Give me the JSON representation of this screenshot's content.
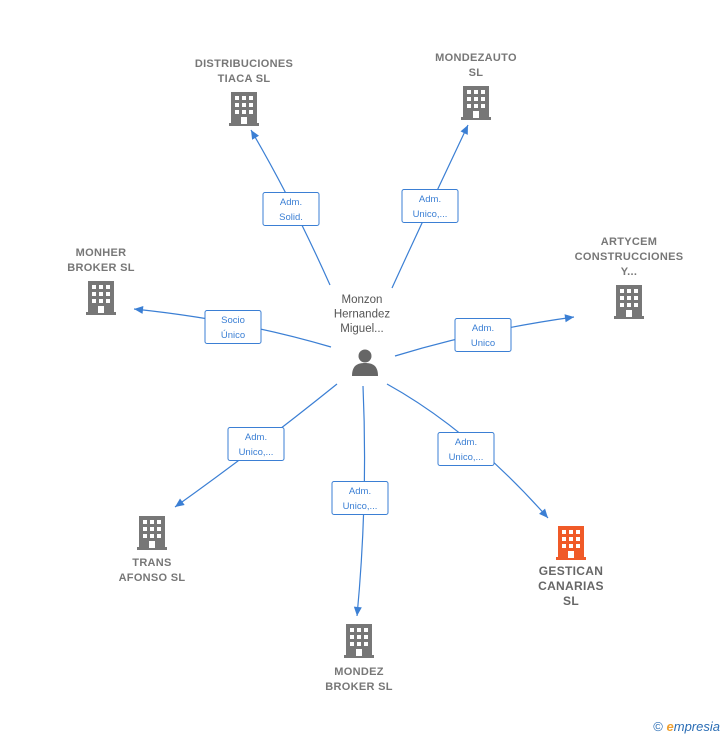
{
  "center": {
    "label_lines": [
      "Monzon",
      "Hernandez",
      "Miguel..."
    ],
    "icon": "person-icon"
  },
  "companies": [
    {
      "id": "distribuciones",
      "label_lines": [
        "DISTRIBUCIONES",
        "TIACA  SL"
      ],
      "icon": "building-icon",
      "color": "#777777",
      "highlight": false
    },
    {
      "id": "mondezauto",
      "label_lines": [
        "MONDEZAUTO",
        "SL"
      ],
      "icon": "building-icon",
      "color": "#777777",
      "highlight": false
    },
    {
      "id": "monher",
      "label_lines": [
        "MONHER",
        "BROKER  SL"
      ],
      "icon": "building-icon",
      "color": "#777777",
      "highlight": false
    },
    {
      "id": "artycem",
      "label_lines": [
        "ARTYCEM",
        "CONSTRUCCIONES",
        "Y..."
      ],
      "icon": "building-icon",
      "color": "#777777",
      "highlight": false
    },
    {
      "id": "trans",
      "label_lines": [
        "TRANS",
        "AFONSO  SL"
      ],
      "icon": "building-icon",
      "color": "#777777",
      "highlight": false
    },
    {
      "id": "mondez-broker",
      "label_lines": [
        "MONDEZ",
        "BROKER  SL"
      ],
      "icon": "building-icon",
      "color": "#777777",
      "highlight": false
    },
    {
      "id": "gestican",
      "label_lines": [
        "GESTICAN",
        "CANARIAS",
        "SL"
      ],
      "icon": "building-icon",
      "color": "#f05a28",
      "highlight": true
    }
  ],
  "relations": [
    {
      "target": "distribuciones",
      "badge_lines": [
        "Adm.",
        "Solid."
      ]
    },
    {
      "target": "mondezauto",
      "badge_lines": [
        "Adm.",
        "Unico,..."
      ]
    },
    {
      "target": "monher",
      "badge_lines": [
        "Socio",
        "Único"
      ]
    },
    {
      "target": "artycem",
      "badge_lines": [
        "Adm.",
        "Unico"
      ]
    },
    {
      "target": "trans",
      "badge_lines": [
        "Adm.",
        "Unico,..."
      ]
    },
    {
      "target": "mondez-broker",
      "badge_lines": [
        "Adm.",
        "Unico,..."
      ]
    },
    {
      "target": "gestican",
      "badge_lines": [
        "Adm.",
        "Unico,..."
      ]
    }
  ],
  "colors": {
    "edge": "#3b7fd4",
    "building": "#777777",
    "building_highlight": "#f05a28",
    "person": "#666666"
  },
  "footer": {
    "copyright": "©",
    "brand_initial": "e",
    "brand_rest": "mpresia"
  }
}
